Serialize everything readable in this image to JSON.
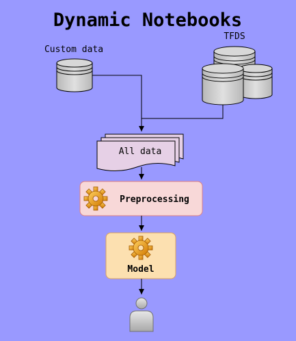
{
  "title": "Dynamic Notebooks",
  "nodes": {
    "custom_data": {
      "label": "Custom data"
    },
    "tfds": {
      "label": "TFDS"
    },
    "all_data": {
      "label": "All data"
    },
    "preprocessing": {
      "label": "Preprocessing"
    },
    "model": {
      "label": "Model"
    },
    "user": {
      "label": ""
    }
  },
  "colors": {
    "background": "#9999ff",
    "cylinder_fill": "#d0d0d0",
    "document_fill": "#e6d0e6",
    "preprocessing_fill": "#f8d8d8",
    "preprocessing_border": "#e08080",
    "model_fill": "#fce0b0",
    "model_border": "#d8a060",
    "gear": "#f0a020",
    "user": "#c8c8c8"
  },
  "icons": {
    "database": "database-icon",
    "gear": "gear-icon",
    "user": "user-icon"
  }
}
